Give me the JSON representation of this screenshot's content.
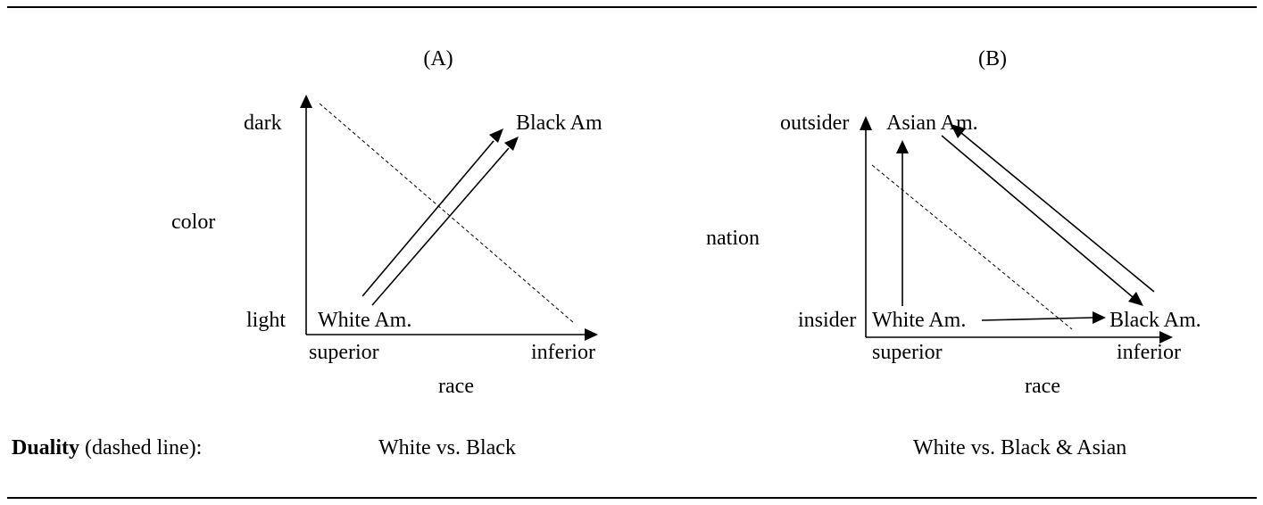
{
  "panel_a": {
    "label": "(A)",
    "y_top": "dark",
    "y_bottom": "light",
    "y_title": "color",
    "x_left": "superior",
    "x_right": "inferior",
    "x_title": "race",
    "group_low": "White Am.",
    "group_high": "Black Am"
  },
  "panel_b": {
    "label": "(B)",
    "y_top": "outsider",
    "y_bottom": "insider",
    "y_title": "nation",
    "x_left": "superior",
    "x_right": "inferior",
    "x_title": "race",
    "group_origin": "White Am.",
    "group_top": "Asian Am.",
    "group_right": "Black Am."
  },
  "footer": {
    "lead_bold": "Duality",
    "lead_rest": " (dashed line):",
    "panel_a_text": "White vs. Black",
    "panel_b_text": "White vs. Black & Asian"
  }
}
